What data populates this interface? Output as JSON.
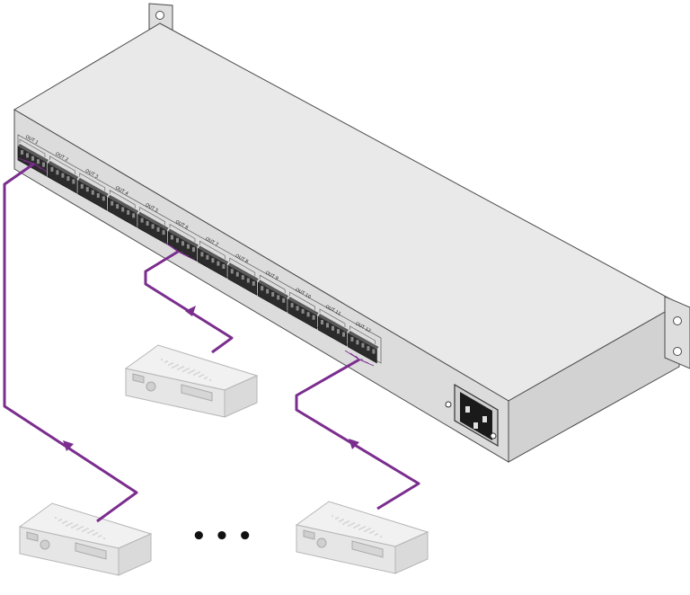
{
  "colors": {
    "cable": "#7b2d8e",
    "chassis_top": "#e9e9e9",
    "chassis_side": "#d2d2d2",
    "chassis_front": "#dcdcdc",
    "outline": "#4a4a4a",
    "connector": "#2b2b2b",
    "amplifier_body": "#f1f1f1",
    "amplifier_outline": "#b5b5b5"
  },
  "connector_labels": [
    "OUT 1",
    "OUT 2",
    "OUT 3",
    "OUT 4",
    "OUT 5",
    "OUT 6",
    "OUT 7",
    "OUT 8",
    "OUT 9",
    "OUT 10",
    "OUT 11",
    "OUT 12"
  ],
  "ellipsis": "• • •",
  "icons": {
    "power": "power-inlet-icon",
    "amplifier": "amplifier-icon",
    "arrow": "cable-arrow-icon"
  }
}
